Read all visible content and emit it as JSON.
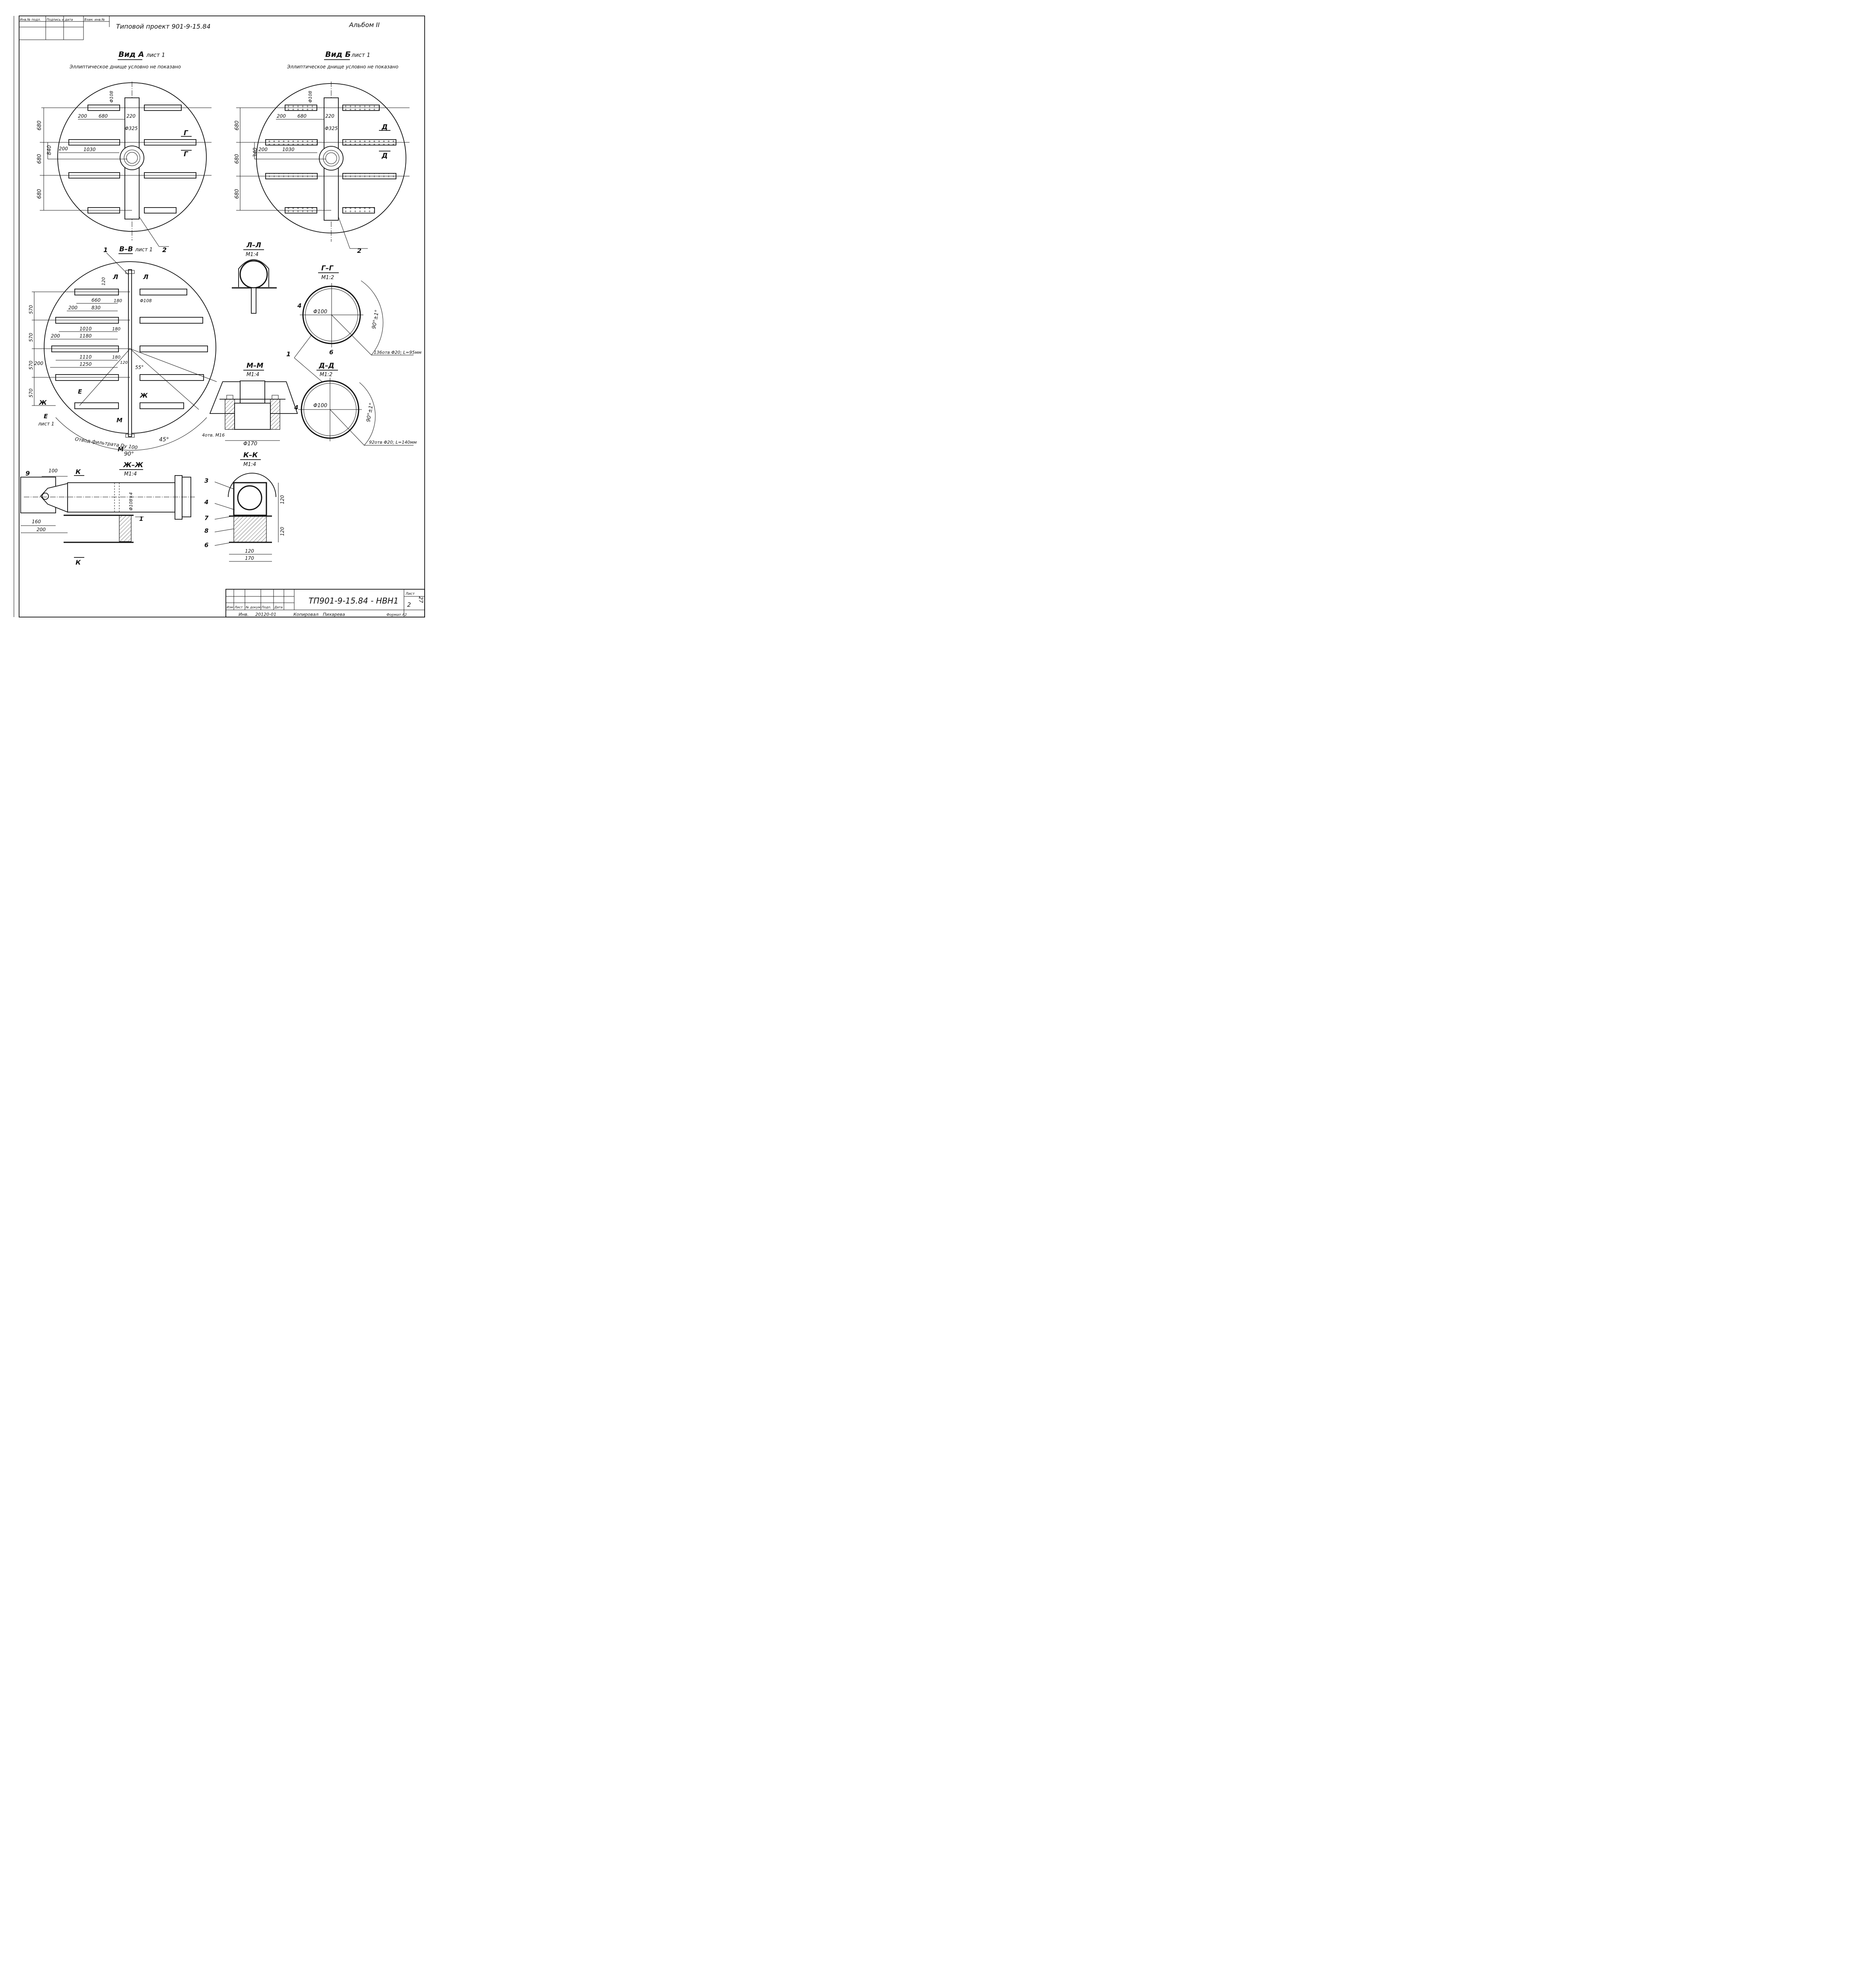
{
  "stamp": {
    "cells": [
      "Инв.№ подл.",
      "Подпись и дата",
      "Взам. инв.№"
    ]
  },
  "header": {
    "project": "Типовой проект 901-9-15.84",
    "album": "Альбом II"
  },
  "views": {
    "vid_a": {
      "title": "Вид А",
      "sheet": "лист 1",
      "note": "Эллиптическое днище условно не показано",
      "dims": [
        "680",
        "680",
        "680",
        "840",
        "200",
        "680",
        "220",
        "Φ325",
        "200",
        "1030",
        "Φ108"
      ],
      "section_marks": [
        "Г",
        "Г"
      ],
      "callout": "2"
    },
    "vid_b": {
      "title": "Вид Б",
      "sheet": "лист 1",
      "note": "Эллиптическое днище условно не показано",
      "dims": [
        "680",
        "680",
        "680",
        "340",
        "200",
        "680",
        "220",
        "Φ325",
        "200",
        "1030",
        "Φ108"
      ],
      "section_marks": [
        "Д",
        "Д"
      ],
      "callout": "2"
    },
    "section_vv": {
      "title": "В–В",
      "sheet": "лист 1",
      "callouts": [
        "1",
        "2"
      ],
      "dims_left": [
        "570",
        "570",
        "570",
        "570"
      ],
      "dims": [
        "120",
        "660",
        "830",
        "180",
        "Φ108",
        "200",
        "1010",
        "180",
        "1180",
        "200",
        "1110",
        "180",
        "1250",
        "200",
        "120",
        "55°",
        "45°",
        "90°"
      ],
      "marks": [
        "Л",
        "Л",
        "Ж",
        "Ж",
        "Е",
        "М",
        "М",
        "Е"
      ],
      "note_e": "лист 1",
      "outlet": "Отвод фильтрата Dy 100"
    },
    "section_ll": {
      "title": "Л–Л",
      "scale": "М1:4"
    },
    "section_gg": {
      "title": "Г–Г",
      "scale": "М1:2",
      "dims": [
        "Φ100",
        "90°±1°"
      ],
      "callouts": [
        "4",
        "6",
        "1"
      ],
      "holes": "136отв Φ20; L=95мм"
    },
    "section_dd": {
      "title": "Д–Д",
      "scale": "М1:2",
      "dims": [
        "Φ100",
        "90°±1°"
      ],
      "callouts": [
        "4"
      ],
      "holes": "92отв Φ20; L=140мм"
    },
    "section_mm": {
      "title": "М–М",
      "scale": "М1:4",
      "dims": [
        "4отв. М16",
        "Φ170"
      ]
    },
    "section_zz": {
      "title": "Ж–Ж",
      "scale": "М1:4",
      "dims": [
        "100",
        "160",
        "200",
        "Φ108×4"
      ],
      "callouts": [
        "9",
        "1"
      ],
      "marks": [
        "К",
        "К"
      ]
    },
    "section_kk": {
      "title": "К–К",
      "scale": "М1:4",
      "dims": [
        "120",
        "120",
        "120",
        "170"
      ],
      "callouts": [
        "3",
        "4",
        "7",
        "8",
        "6"
      ]
    }
  },
  "title_block": {
    "code": "ТП901-9-15.84 - НВН1",
    "sheet_label": "Лист",
    "sheet_no": "2",
    "sheets_total": "27",
    "row_labels": [
      "Изм",
      "Лист",
      "№ докум.",
      "Подп.",
      "Дата"
    ],
    "inv": "Инв.",
    "inv_no": "20120-01",
    "copied": "Копировал",
    "copier": "Пихарева",
    "format": "Формат А2"
  }
}
